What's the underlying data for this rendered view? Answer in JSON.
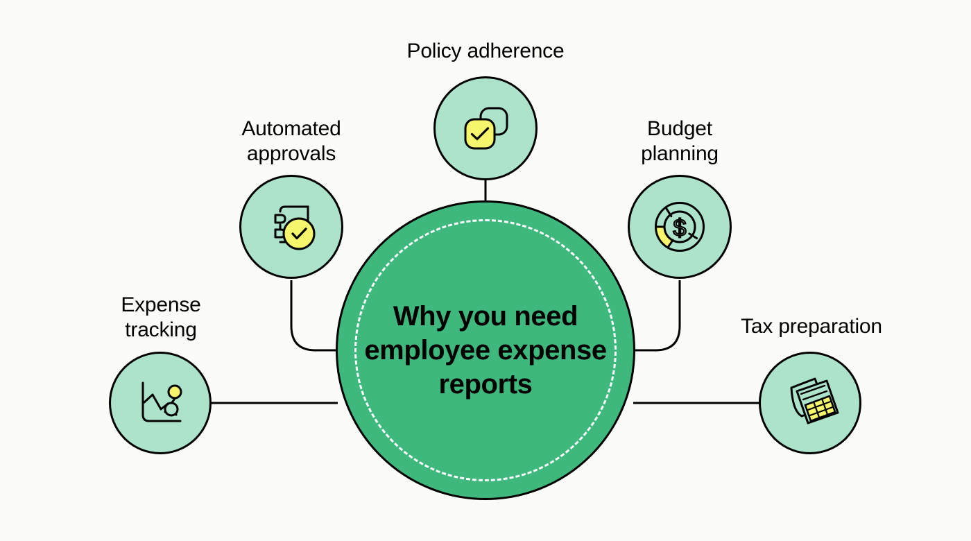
{
  "page": {
    "background_color": "#fbfcf7",
    "ink_color": "#000000"
  },
  "colors": {
    "hub_green": "#3eb87d",
    "node_green": "#ace3ca",
    "accent_yellow": "#f6f66d",
    "outline": "#000000",
    "dashed_ring": "#ffffff"
  },
  "hub": {
    "title": "Why you need\nemployee expense\nreports"
  },
  "nodes": [
    {
      "id": "policy",
      "label": "Policy adherence",
      "icon": "overlapping-squares-check-icon",
      "position": "top"
    },
    {
      "id": "approvals",
      "label": "Automated\napprovals",
      "icon": "document-checkmark-icon",
      "position": "upper-left"
    },
    {
      "id": "budget",
      "label": "Budget\nplanning",
      "icon": "donut-chart-dollar-icon",
      "position": "upper-right"
    },
    {
      "id": "expense",
      "label": "Expense\ntracking",
      "icon": "line-chart-icon",
      "position": "lower-left"
    },
    {
      "id": "tax",
      "label": "Tax preparation",
      "icon": "stacked-documents-table-icon",
      "position": "lower-right"
    }
  ],
  "chart_data": {
    "type": "diagram",
    "diagram_type": "hub-and-spoke",
    "title": "Why you need employee expense reports",
    "center": "Why you need employee expense reports",
    "spokes": [
      "Policy adherence",
      "Automated approvals",
      "Budget planning",
      "Expense tracking",
      "Tax preparation"
    ],
    "connector_style": "straight-and-rounded-elbow",
    "legend": "none",
    "grid": false
  }
}
